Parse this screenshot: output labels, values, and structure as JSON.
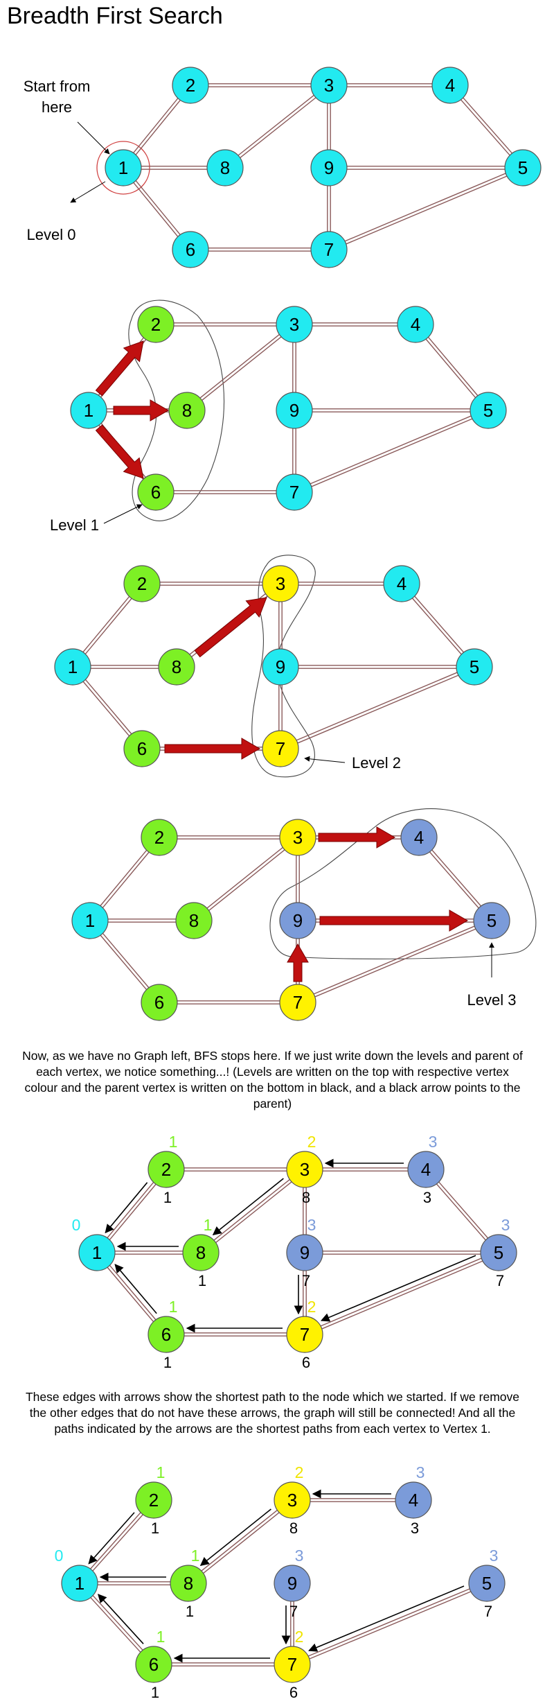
{
  "title": "Breadth First Search",
  "colors": {
    "unvisited": "#22eaf0",
    "level0": "#22eaf0",
    "level1": "#7df025",
    "level2": "#fff200",
    "level3": "#7b9bd9",
    "edge": "#8a5a5a",
    "arrow_red": "#c01010",
    "level0_text": "#22eaf0",
    "level1_text": "#7df025",
    "level2_text": "#f0e400",
    "level3_text": "#7b9bd9"
  },
  "annotations": {
    "start": "Start from\nhere",
    "level0": "Level 0",
    "level1": "Level 1",
    "level2": "Level 2",
    "level3": "Level 3"
  },
  "captions": {
    "after_panel4": "Now, as we have no Graph left, BFS stops here. If we just write down the levels and parent of each vertex, we notice something...! (Levels are written on the top with respective vertex colour and the parent vertex is written on the bottom in black, and a black arrow points to the parent)",
    "after_panel5": "These edges with arrows show the shortest path to the node which we started. If we remove the other edges that do not have these arrows, the graph will still be connected! And all the paths indicated by the arrows are the shortest paths from each vertex to Vertex 1."
  },
  "graph": {
    "vertices": [
      "1",
      "2",
      "3",
      "4",
      "5",
      "6",
      "7",
      "8",
      "9"
    ],
    "edges": [
      [
        "1",
        "2"
      ],
      [
        "1",
        "8"
      ],
      [
        "1",
        "6"
      ],
      [
        "2",
        "3"
      ],
      [
        "3",
        "8"
      ],
      [
        "3",
        "4"
      ],
      [
        "3",
        "9"
      ],
      [
        "4",
        "5"
      ],
      [
        "9",
        "5"
      ],
      [
        "9",
        "7"
      ],
      [
        "6",
        "7"
      ],
      [
        "7",
        "5"
      ]
    ],
    "bfs": {
      "1": {
        "level": "0",
        "parent": ""
      },
      "2": {
        "level": "1",
        "parent": "1"
      },
      "8": {
        "level": "1",
        "parent": "1"
      },
      "6": {
        "level": "1",
        "parent": "1"
      },
      "3": {
        "level": "2",
        "parent": "8"
      },
      "7": {
        "level": "2",
        "parent": "6"
      },
      "4": {
        "level": "3",
        "parent": "3"
      },
      "9": {
        "level": "3",
        "parent": "7"
      },
      "5": {
        "level": "3",
        "parent": "7"
      }
    }
  },
  "panels": [
    {
      "id": "p1",
      "colors": {
        "1": "unvisited",
        "2": "unvisited",
        "3": "unvisited",
        "4": "unvisited",
        "5": "unvisited",
        "6": "unvisited",
        "7": "unvisited",
        "8": "unvisited",
        "9": "unvisited"
      }
    },
    {
      "id": "p2",
      "colors": {
        "1": "level0",
        "2": "level1",
        "3": "unvisited",
        "4": "unvisited",
        "5": "unvisited",
        "6": "level1",
        "7": "unvisited",
        "8": "level1",
        "9": "unvisited"
      }
    },
    {
      "id": "p3",
      "colors": {
        "1": "level0",
        "2": "level1",
        "3": "level2",
        "4": "unvisited",
        "5": "unvisited",
        "6": "level1",
        "7": "level2",
        "8": "level1",
        "9": "unvisited"
      }
    },
    {
      "id": "p4",
      "colors": {
        "1": "level0",
        "2": "level1",
        "3": "level2",
        "4": "level3",
        "5": "level3",
        "6": "level1",
        "7": "level2",
        "8": "level1",
        "9": "level3"
      }
    },
    {
      "id": "p5",
      "colors": {
        "1": "level0",
        "2": "level1",
        "3": "level2",
        "4": "level3",
        "5": "level3",
        "6": "level1",
        "7": "level2",
        "8": "level1",
        "9": "level3"
      }
    },
    {
      "id": "p6",
      "colors": {
        "1": "level0",
        "2": "level1",
        "3": "level2",
        "4": "level3",
        "5": "level3",
        "6": "level1",
        "7": "level2",
        "8": "level1",
        "9": "level3"
      }
    }
  ]
}
